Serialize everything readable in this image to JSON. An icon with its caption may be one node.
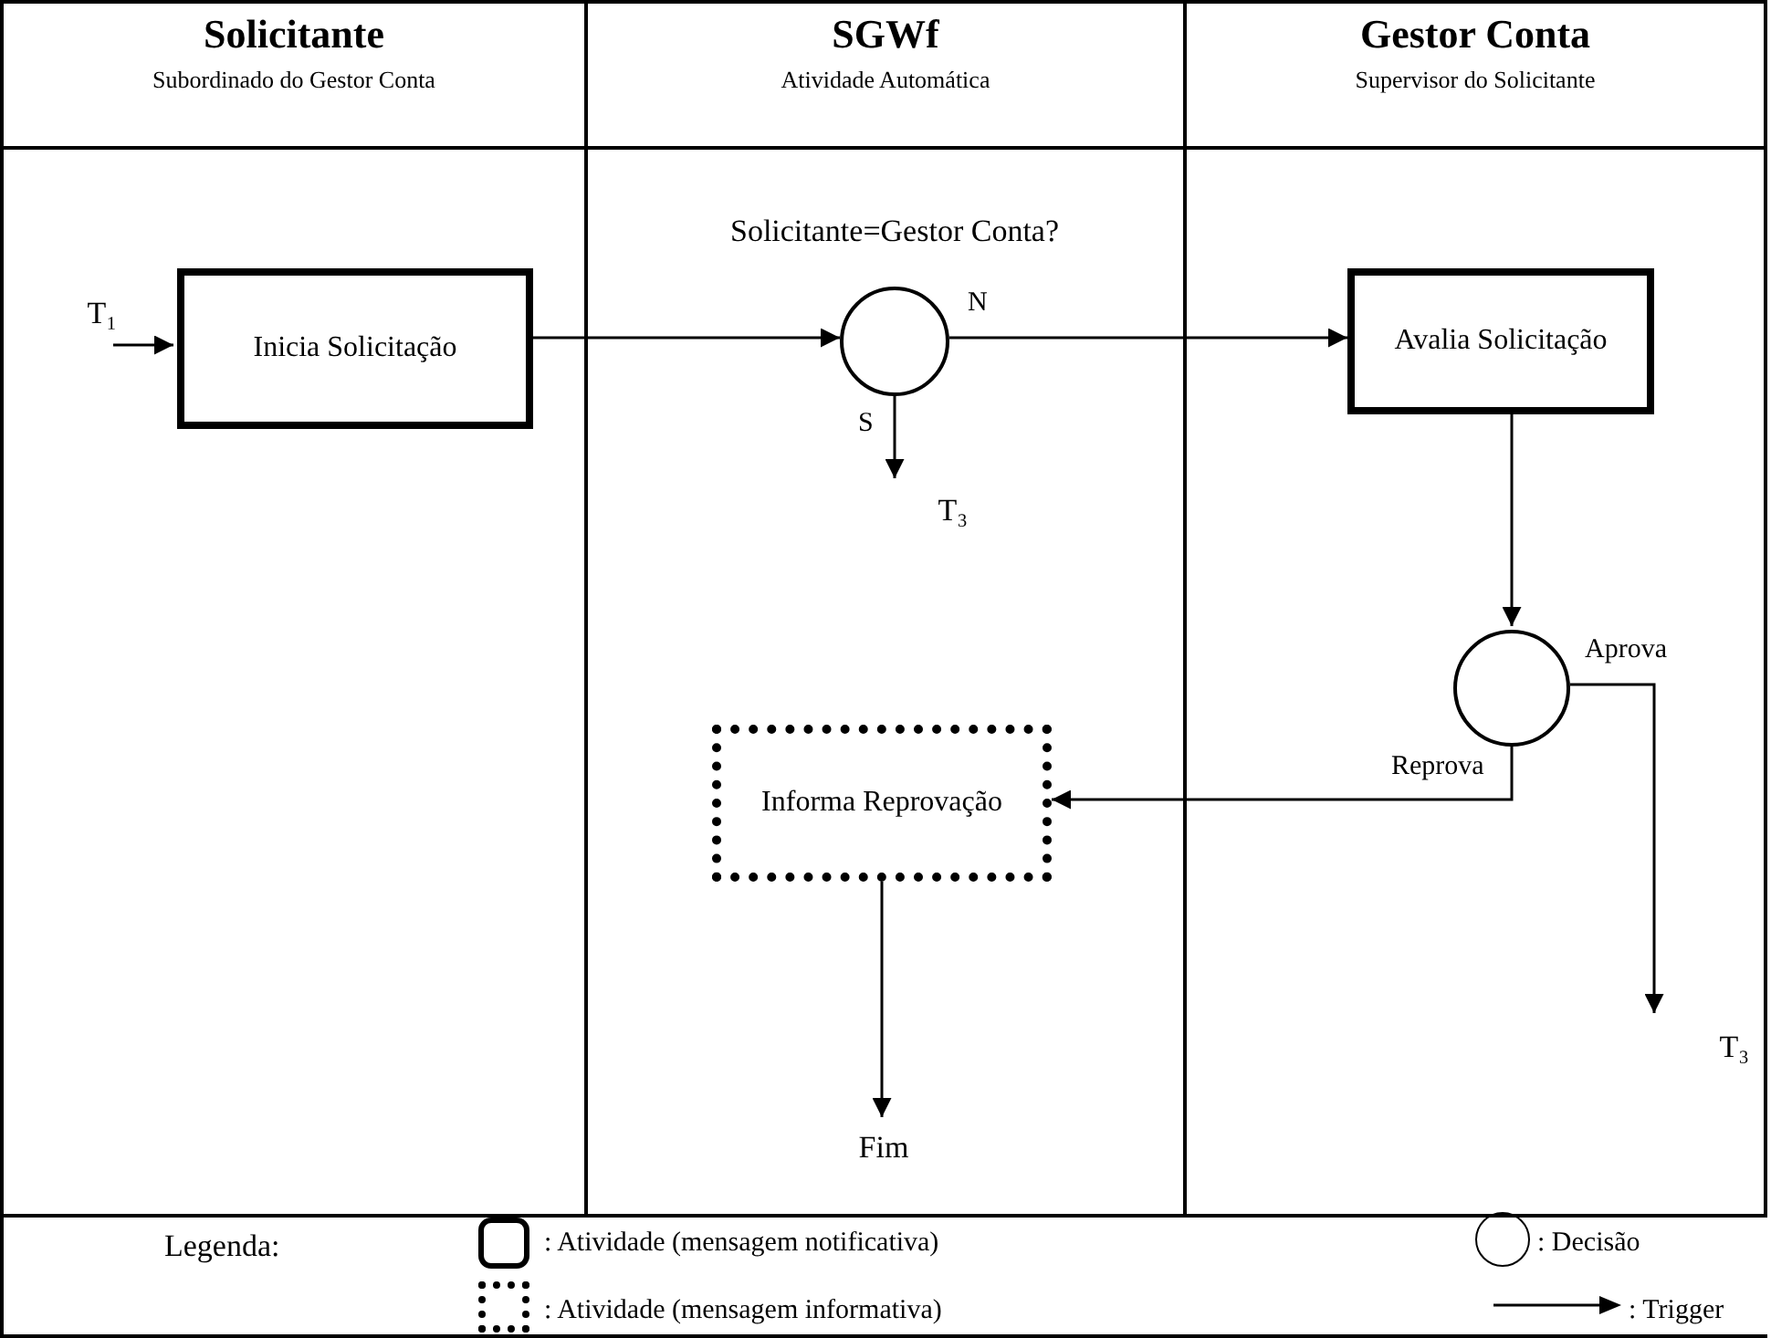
{
  "diagram": {
    "nodes": [
      {
        "text": [
          "Solicitante",
          "Subordinado do Gestor Conta"
        ]
      },
      {
        "text": [
          "SGWf",
          "Atividade Automática"
        ]
      },
      {
        "text": [
          "Gestor Conta",
          "Supervisor do Solicitante"
        ]
      },
      {
        "text": [
          "T₁"
        ],
        "in": 0
      },
      {
        "text": [
          "Inicia Solicitação"
        ],
        "in": 0
      },
      {
        "text": [],
        "shape": "circle",
        "in": 1,
        "beside": [
          "Solicitante=Gestor Conta?"
        ]
      },
      {
        "text": [
          "T₃"
        ],
        "in": 1
      },
      {
        "text": [
          "Avalia Solicitação"
        ],
        "in": 2
      },
      {
        "text": [],
        "shape": "circle",
        "in": 2
      },
      {
        "text": [
          "T₃"
        ],
        "in": 2
      },
      {
        "text": [
          "Informa Reprovação"
        ],
        "in": 1
      },
      {
        "text": [
          "Fim"
        ],
        "in": 1
      }
    ],
    "edges": [
      {
        "from": 3,
        "to": 4,
        "arrow": "to"
      },
      {
        "from": 4,
        "to": 5,
        "arrow": "to"
      },
      {
        "from": 5,
        "to": 7,
        "arrow": "to",
        "label": "N"
      },
      {
        "from": 5,
        "to": 6,
        "arrow": "to",
        "label": "S"
      },
      {
        "from": 7,
        "to": 8,
        "arrow": "to"
      },
      {
        "from": 8,
        "to": 9,
        "arrow": "to",
        "label": "Aprova"
      },
      {
        "from": 8,
        "to": 10,
        "arrow": "to",
        "label": "Reprova"
      },
      {
        "from": 10,
        "to": 11,
        "arrow": "to"
      }
    ],
    "labels": [
      "Legenda:"
    ],
    "legend": [
      {
        "text": ": Atividade (mensagem notificativa)"
      },
      {
        "text": ": Atividade (mensagem informativa)"
      },
      {
        "text": ": Decisão"
      },
      {
        "text": ": Trigger"
      }
    ]
  }
}
